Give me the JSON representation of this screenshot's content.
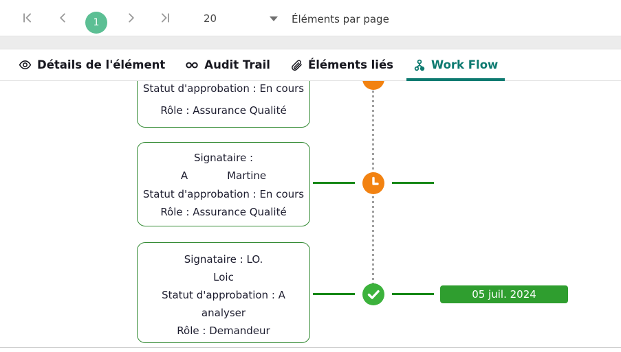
{
  "pagination": {
    "page": "1",
    "page_size": "20",
    "label": "Éléments par page"
  },
  "tabs": {
    "details": "Détails de l'élément",
    "audit": "Audit Trail",
    "linked": "Éléments liés",
    "workflow": "Work Flow"
  },
  "workflow": {
    "card1": {
      "status_line": "Statut d'approbation : En cours",
      "role_line": "Rôle : Assurance Qualité"
    },
    "card2": {
      "signer_label": "Signataire :",
      "signer_first": "A",
      "signer_last": "Martine",
      "status_line": "Statut d'approbation : En cours",
      "role_line": "Rôle : Assurance Qualité"
    },
    "card3": {
      "signer_line": "Signataire : LO.",
      "signer_name": "Loic",
      "status_line_1": "Statut d'approbation : A",
      "status_line_2": "analyser",
      "role_line": "Rôle : Demandeur"
    },
    "date_badge": "05 juil. 2024"
  },
  "icons": {
    "pagination": [
      "first-page",
      "previous-page",
      "next-page",
      "last-page",
      "caret-down"
    ],
    "tab_details": "eye",
    "tab_audit": "infinity-links",
    "tab_linked": "paperclip",
    "tab_workflow": "sitemap",
    "node_pending": "clock",
    "node_done": "check"
  },
  "colors": {
    "accent_teal": "#0d7a70",
    "page_circle_green": "#5cbf94",
    "card_border_green": "#338a33",
    "connector_green": "#168816",
    "node_orange": "#f28211",
    "node_done_green": "#3cb23c",
    "badge_green": "#2f9e2f",
    "dotted_line_gray": "#9f9f9f"
  }
}
